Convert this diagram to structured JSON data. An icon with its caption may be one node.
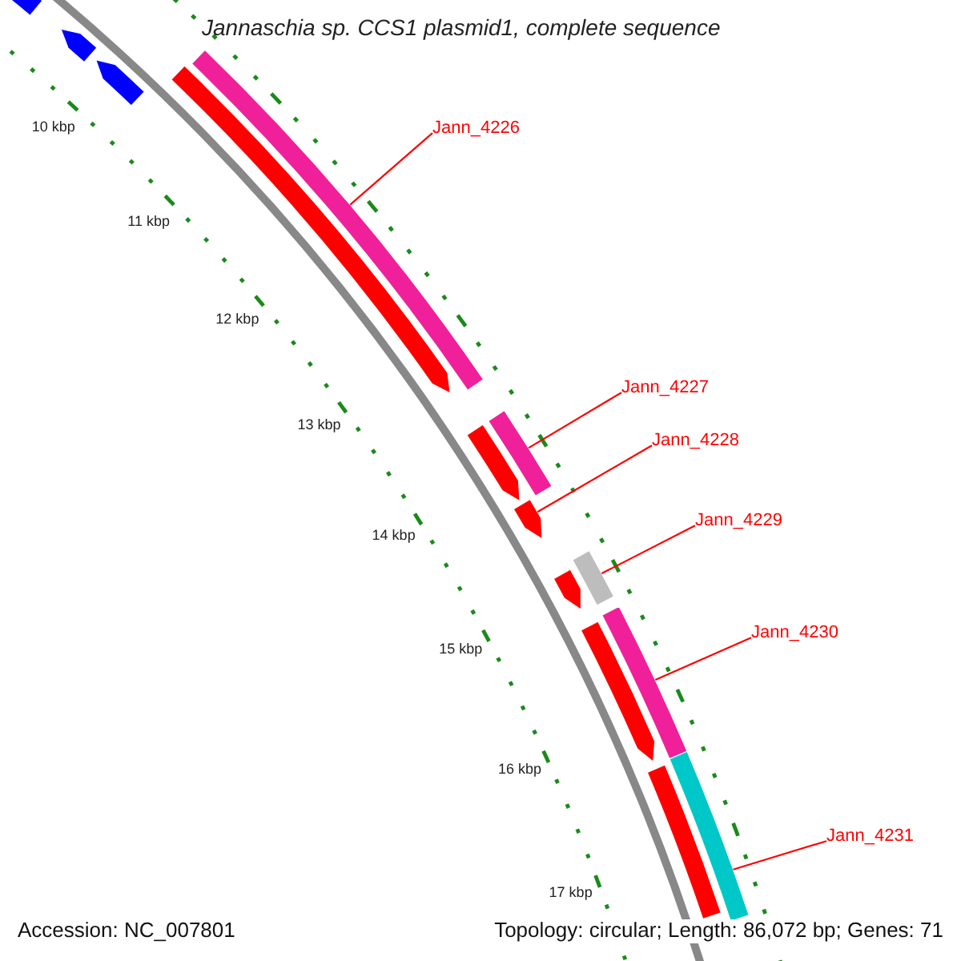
{
  "diagram": {
    "title": "Jannaschia sp. CCS1 plasmid1, complete sequence",
    "nodes": [
      {
        "text": [
          "Jann_4226"
        ]
      },
      {
        "text": [],
        "shape": "bar"
      },
      {
        "text": [
          "Jann_4227"
        ]
      },
      {
        "text": [],
        "shape": "bar"
      },
      {
        "text": [
          "Jann_4228"
        ]
      },
      {
        "text": [],
        "shape": "bar"
      },
      {
        "text": [
          "Jann_4229"
        ]
      },
      {
        "text": [],
        "shape": "bar"
      },
      {
        "text": [
          "Jann_4230"
        ]
      },
      {
        "text": [],
        "shape": "bar"
      },
      {
        "text": [
          "Jann_4231"
        ]
      },
      {
        "text": [],
        "shape": "bar"
      },
      {
        "text": [],
        "shape": "bar"
      },
      {
        "text": [],
        "shape": "bar"
      },
      {
        "text": [],
        "shape": "bar"
      },
      {
        "text": [],
        "shape": "bar"
      },
      {
        "text": [],
        "shape": "bar"
      },
      {
        "text": [],
        "shape": "bar"
      },
      {
        "text": [],
        "shape": "bar"
      },
      {
        "text": [],
        "shape": "bar"
      }
    ],
    "edges": [
      {
        "from": 0,
        "to": 1,
        "arrow": "none"
      },
      {
        "from": 2,
        "to": 3,
        "arrow": "none"
      },
      {
        "from": 4,
        "to": 5,
        "arrow": "none"
      },
      {
        "from": 6,
        "to": 7,
        "arrow": "none"
      },
      {
        "from": 8,
        "to": 9,
        "arrow": "none"
      },
      {
        "from": 10,
        "to": 11,
        "arrow": "none"
      }
    ],
    "labels": [
      "10 kbp",
      "11 kbp",
      "12 kbp",
      "13 kbp",
      "14 kbp",
      "15 kbp",
      "16 kbp",
      "17 kbp",
      "Accession: NC_007801",
      "Topology: circular; Length: 86,072 bp; Genes: 71"
    ]
  }
}
